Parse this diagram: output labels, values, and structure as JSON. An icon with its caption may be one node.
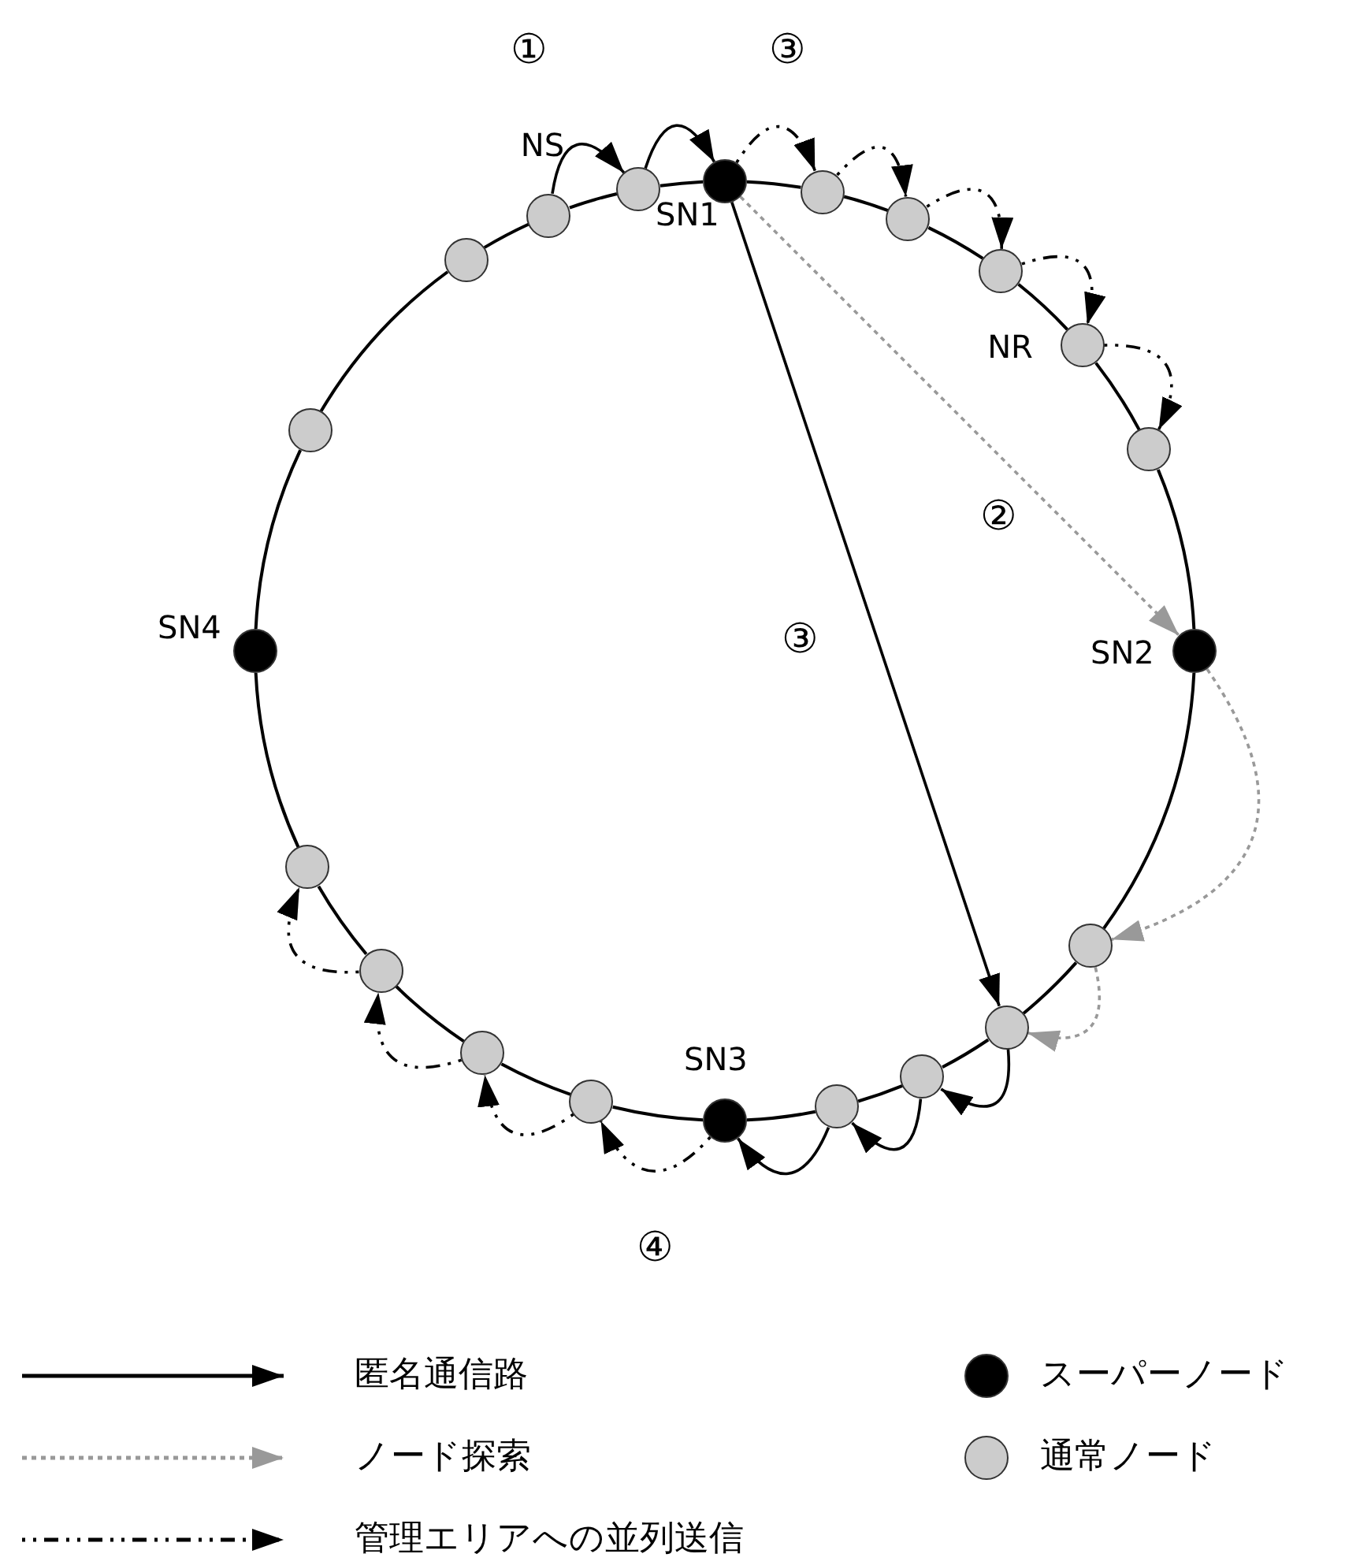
{
  "diagram": {
    "nodes": [
      {
        "text": [],
        "shape": "circle",
        "beside": [
          "SN1"
        ]
      },
      {
        "text": [],
        "shape": "circle"
      },
      {
        "text": [],
        "shape": "circle"
      },
      {
        "text": [],
        "shape": "circle"
      },
      {
        "text": [],
        "shape": "circle",
        "beside": [
          "NR"
        ]
      },
      {
        "text": [],
        "shape": "circle"
      },
      {
        "text": [],
        "shape": "circle",
        "beside": [
          "SN2"
        ]
      },
      {
        "text": [],
        "shape": "circle"
      },
      {
        "text": [],
        "shape": "circle"
      },
      {
        "text": [],
        "shape": "circle"
      },
      {
        "text": [],
        "shape": "circle"
      },
      {
        "text": [],
        "shape": "circle",
        "beside": [
          "SN3"
        ]
      },
      {
        "text": [],
        "shape": "circle"
      },
      {
        "text": [],
        "shape": "circle"
      },
      {
        "text": [],
        "shape": "circle"
      },
      {
        "text": [],
        "shape": "circle"
      },
      {
        "text": [],
        "shape": "circle",
        "beside": [
          "SN4"
        ]
      },
      {
        "text": [],
        "shape": "circle"
      },
      {
        "text": [],
        "shape": "circle"
      },
      {
        "text": [],
        "shape": "circle",
        "beside": [
          "NS"
        ]
      },
      {
        "text": [],
        "shape": "circle"
      }
    ],
    "edges": [
      {
        "from": 0,
        "to": 1,
        "arrow": "none"
      },
      {
        "from": 1,
        "to": 2,
        "arrow": "none"
      },
      {
        "from": 2,
        "to": 3,
        "arrow": "none"
      },
      {
        "from": 3,
        "to": 4,
        "arrow": "none"
      },
      {
        "from": 4,
        "to": 5,
        "arrow": "none"
      },
      {
        "from": 5,
        "to": 6,
        "arrow": "none"
      },
      {
        "from": 6,
        "to": 7,
        "arrow": "none"
      },
      {
        "from": 7,
        "to": 8,
        "arrow": "none"
      },
      {
        "from": 8,
        "to": 9,
        "arrow": "none"
      },
      {
        "from": 9,
        "to": 10,
        "arrow": "none"
      },
      {
        "from": 10,
        "to": 11,
        "arrow": "none"
      },
      {
        "from": 11,
        "to": 12,
        "arrow": "none"
      },
      {
        "from": 12,
        "to": 13,
        "arrow": "none"
      },
      {
        "from": 13,
        "to": 14,
        "arrow": "none"
      },
      {
        "from": 14,
        "to": 15,
        "arrow": "none"
      },
      {
        "from": 15,
        "to": 16,
        "arrow": "none"
      },
      {
        "from": 16,
        "to": 17,
        "arrow": "none"
      },
      {
        "from": 17,
        "to": 18,
        "arrow": "none"
      },
      {
        "from": 18,
        "to": 19,
        "arrow": "none"
      },
      {
        "from": 19,
        "to": 20,
        "arrow": "none"
      },
      {
        "from": 20,
        "to": 0,
        "arrow": "none"
      },
      {
        "from": 19,
        "to": 20,
        "arrow": "to",
        "label": "①"
      },
      {
        "from": 20,
        "to": 0,
        "arrow": "to"
      },
      {
        "from": 0,
        "to": 8,
        "arrow": "to",
        "label": "③"
      },
      {
        "from": 8,
        "to": 9,
        "arrow": "to"
      },
      {
        "from": 9,
        "to": 10,
        "arrow": "to"
      },
      {
        "from": 10,
        "to": 11,
        "arrow": "to"
      },
      {
        "from": 0,
        "to": 1,
        "arrow": "to",
        "style": "dashed",
        "label": "③"
      },
      {
        "from": 1,
        "to": 2,
        "arrow": "to",
        "style": "dashed"
      },
      {
        "from": 2,
        "to": 3,
        "arrow": "to",
        "style": "dashed"
      },
      {
        "from": 3,
        "to": 4,
        "arrow": "to",
        "style": "dashed"
      },
      {
        "from": 4,
        "to": 5,
        "arrow": "to",
        "style": "dashed"
      },
      {
        "from": 11,
        "to": 12,
        "arrow": "to",
        "style": "dashed",
        "label": "④"
      },
      {
        "from": 12,
        "to": 13,
        "arrow": "to",
        "style": "dashed"
      },
      {
        "from": 13,
        "to": 14,
        "arrow": "to",
        "style": "dashed"
      },
      {
        "from": 14,
        "to": 15,
        "arrow": "to",
        "style": "dashed"
      },
      {
        "from": 0,
        "to": 6,
        "arrow": "to",
        "style": "dashed",
        "color": "#999999",
        "label": "②"
      },
      {
        "from": 6,
        "to": 7,
        "arrow": "to",
        "style": "dashed",
        "color": "#999999"
      },
      {
        "from": 7,
        "to": 8,
        "arrow": "to",
        "style": "dashed",
        "color": "#999999"
      }
    ],
    "legend": [
      {
        "text": "匿名通信路"
      },
      {
        "text": "ノード探索"
      },
      {
        "text": "管理エリアへの並列送信"
      },
      {
        "text": "スーパーノード"
      },
      {
        "text": "通常ノード"
      }
    ]
  }
}
